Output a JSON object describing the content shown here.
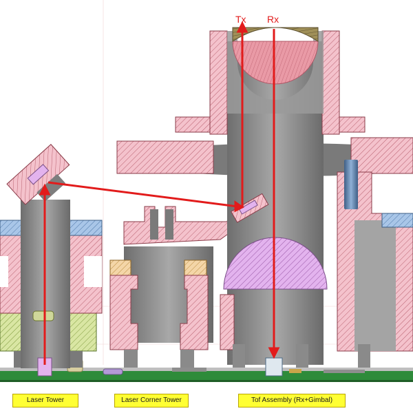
{
  "beams": {
    "tx": "Tx",
    "rx": "Rx"
  },
  "labels": {
    "laser_tower": "Laser Tower",
    "laser_corner_tower": "Laser Corner Tower",
    "tof_assembly": "Tof Assembly (Rx+Gimbal)"
  },
  "colors": {
    "beam": "#e21b1b",
    "label_background": "#ffff33",
    "section_pink": "#f4c2cc",
    "section_green": "#d9e6a3",
    "section_blue": "#a9c6e8",
    "section_orange": "#f4d6a8",
    "section_violet": "#e3b3ee",
    "body_gray": "#8d8d8d",
    "dome_tan": "#a09058",
    "pcb_green": "#2e8b3a"
  }
}
